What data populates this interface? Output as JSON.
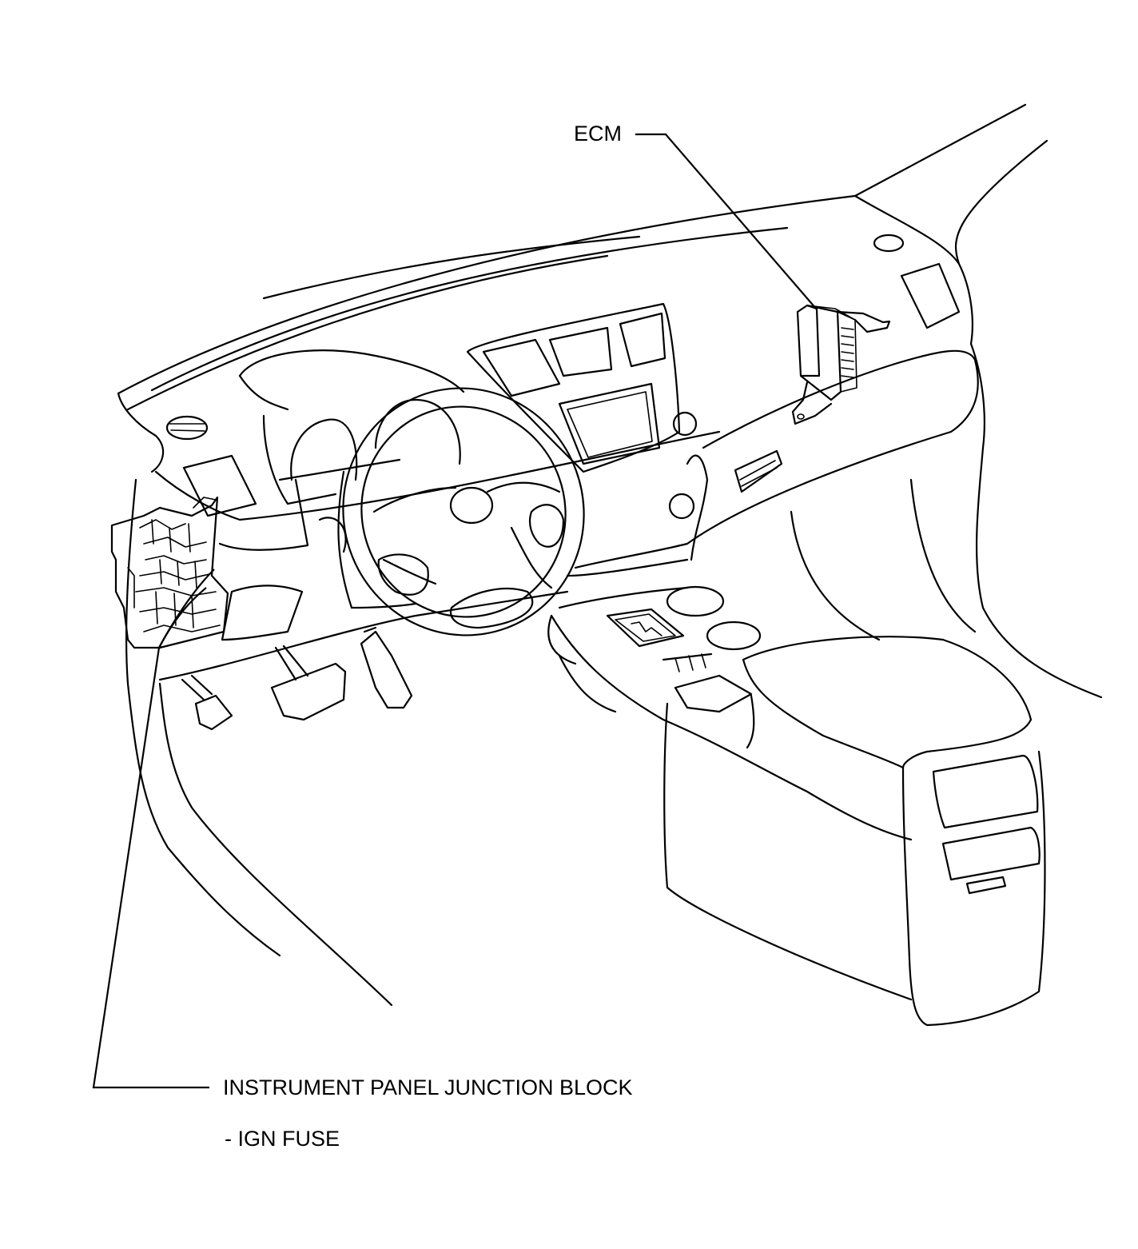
{
  "diagram": {
    "labels": {
      "ecm": "ECM",
      "junction_block": "INSTRUMENT PANEL JUNCTION BLOCK",
      "ign_fuse": "- IGN FUSE"
    },
    "line_color": "#000000",
    "background_color": "#ffffff"
  }
}
